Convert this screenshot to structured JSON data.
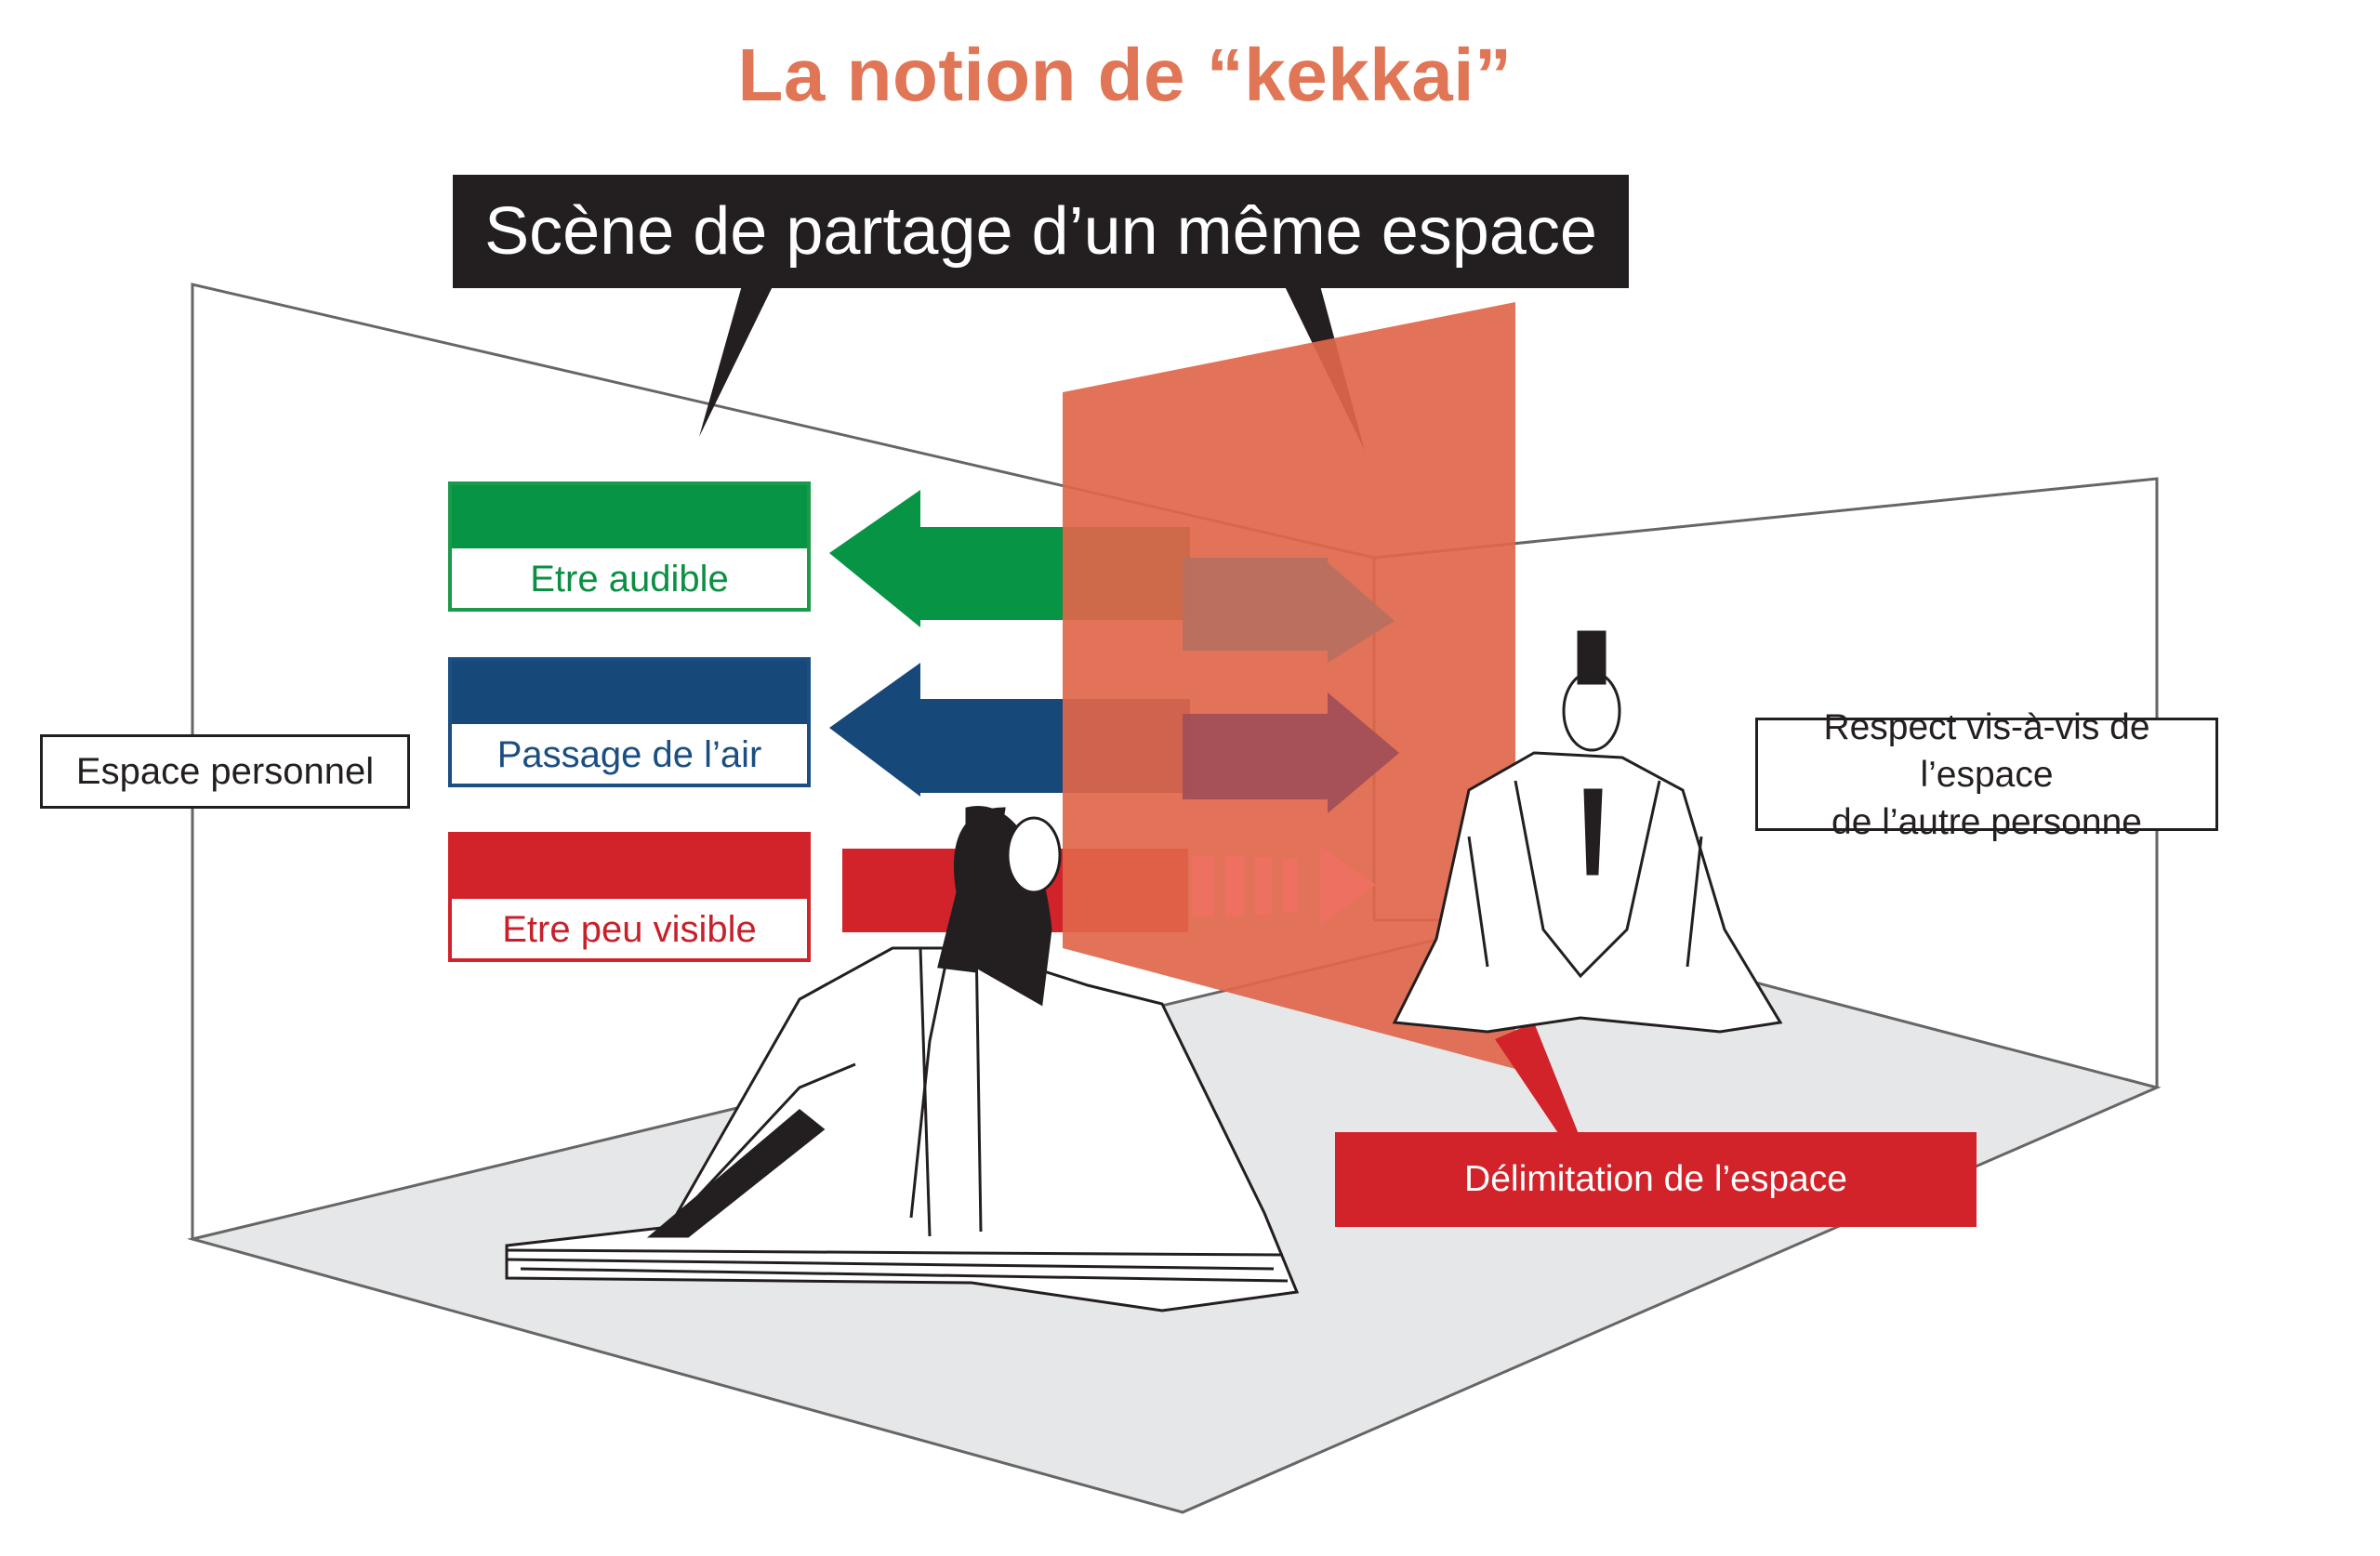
{
  "title": "La notion de “kekkai”",
  "scene_label": "Scène de partage d’un même espace",
  "properties": [
    {
      "label": "Etre audible",
      "color": "#079444"
    },
    {
      "label": "Passage de l’air",
      "color": "#17487a"
    },
    {
      "label": "Etre peu visible",
      "color": "#d2232a"
    }
  ],
  "left_label": "Espace personnel",
  "right_label": {
    "line1": "Respect vis-à-vis de l’espace",
    "line2": "de l’autre personne"
  },
  "boundary_label": "Délimitation de l’espace",
  "colors": {
    "title": "#e07656",
    "partition": "#e0664a",
    "floor": "#e6e7e8",
    "dark": "#231f20"
  }
}
